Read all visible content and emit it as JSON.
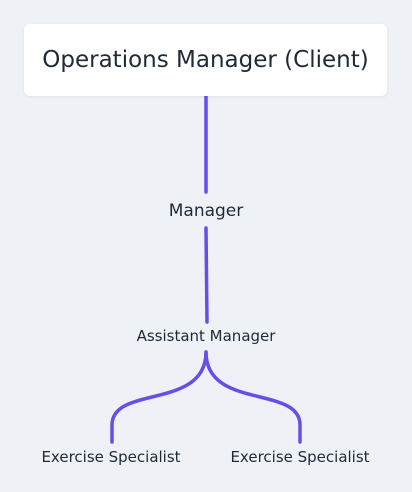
{
  "colors": {
    "background": "#eef2f6",
    "card": "#ffffff",
    "connector": "#6450e8",
    "text": "#1f2a37"
  },
  "org_chart": {
    "root": {
      "title": "Operations Manager (Client)"
    },
    "manager": {
      "title": "Manager"
    },
    "assistant_manager": {
      "title": "Assistant Manager"
    },
    "specialists": [
      {
        "title": "Exercise Specialist"
      },
      {
        "title": "Exercise Specialist"
      }
    ]
  }
}
